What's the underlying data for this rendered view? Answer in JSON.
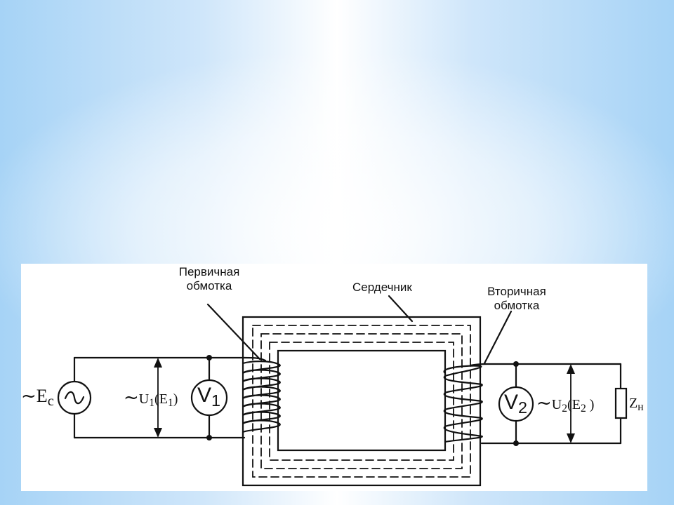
{
  "labels": {
    "primary_winding": "Первичная\nобмотка",
    "core": "Сердечник",
    "secondary_winding": "Вторичная\nобмотка"
  },
  "symbols": {
    "source_tilde": "~",
    "source_name": "E",
    "source_sub": "c",
    "u1_tilde": "~",
    "u1_main": "U",
    "u1_sub": "1",
    "u1_paren_open": "(E",
    "u1_paren_sub": "1",
    "u1_paren_close": ")",
    "v1_main": "V",
    "v1_sub": "1",
    "v2_main": "V",
    "v2_sub": "2",
    "u2_tilde": "~",
    "u2_main": "U",
    "u2_sub": "2",
    "u2_paren_open": "(E",
    "u2_paren_sub": "2",
    "u2_paren_close": " )",
    "load_main": "Z",
    "load_sub": "н"
  },
  "colors": {
    "line": "#111111",
    "panel": "#ffffff",
    "background_edge": "#a6d3f6"
  }
}
